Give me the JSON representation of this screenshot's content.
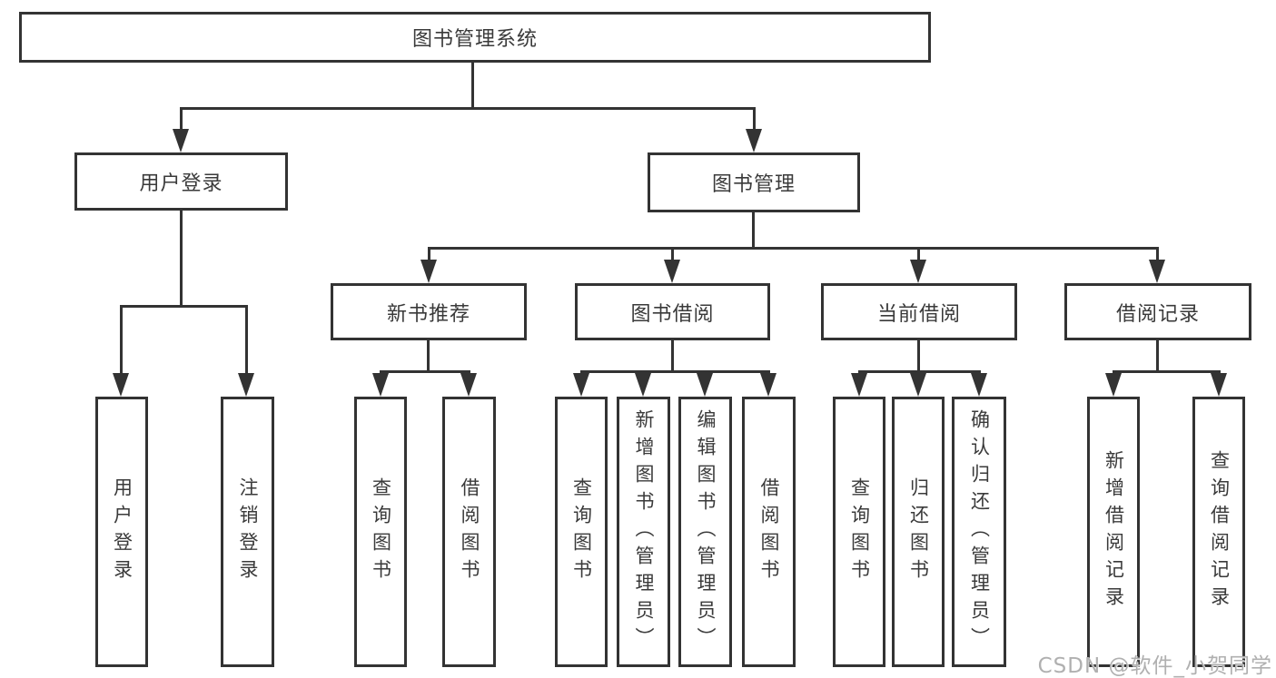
{
  "diagram": {
    "root_label": "图书管理系统",
    "level2": {
      "user_login": "用户登录",
      "book_mgmt": "图书管理"
    },
    "level3": {
      "new_books": "新书推荐",
      "book_borrow": "图书借阅",
      "current_borrow": "当前借阅",
      "borrow_records": "借阅记录"
    },
    "leaves": {
      "user_login": [
        "用户登录",
        "注销登录"
      ],
      "new_books": [
        "查询图书",
        "借阅图书"
      ],
      "book_borrow": [
        "查询图书",
        "新增图书（管理员）",
        "编辑图书（管理员）",
        "借阅图书"
      ],
      "current_borrow": [
        "查询图书",
        "归还图书",
        "确认归还（管理员）"
      ],
      "borrow_records": [
        "新增借阅记录",
        "查询借阅记录"
      ]
    }
  },
  "watermark": {
    "text": "CSDN @软件_小贺同学"
  },
  "colors": {
    "line": "#333333",
    "text": "#3a3a3a",
    "watermark": "#b0b0b0",
    "background": "#ffffff"
  }
}
